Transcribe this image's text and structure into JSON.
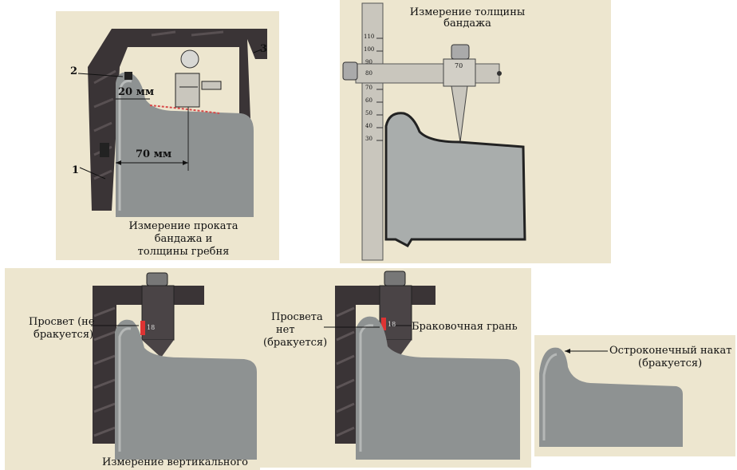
{
  "panel1": {
    "label_1": "1",
    "label_2": "2",
    "label_3": "3",
    "dim_20": "20 мм",
    "dim_70": "70 мм",
    "caption_line1": "Измерение проката",
    "caption_line2": "бандажа и",
    "caption_line3": "толщины гребня"
  },
  "panel2": {
    "title_line1": "Измерение толщины",
    "title_line2": "бандажа",
    "scale_values": [
      "110",
      "100",
      "90",
      "80",
      "70",
      "60",
      "50",
      "40",
      "30"
    ],
    "slider_value": "70"
  },
  "panel3": {
    "label_line1": "Просвет (не",
    "label_line2": "бракуется)",
    "gauge_value": "18",
    "caption": "Измерение вертикального"
  },
  "panel4": {
    "label_line1": "Просвета",
    "label_line2": "нет",
    "label_line3": "(бракуется)",
    "gauge_value": "18",
    "edge_label": "Браковочная грань"
  },
  "panel5": {
    "label_line1": "Остроконечный накат",
    "label_line2": "(бракуется)"
  },
  "colors": {
    "background": "#ede6cf",
    "metal_dark": "#3a3436",
    "bandage_gray": "#8e9292",
    "bandage_light": "#a9adac"
  }
}
